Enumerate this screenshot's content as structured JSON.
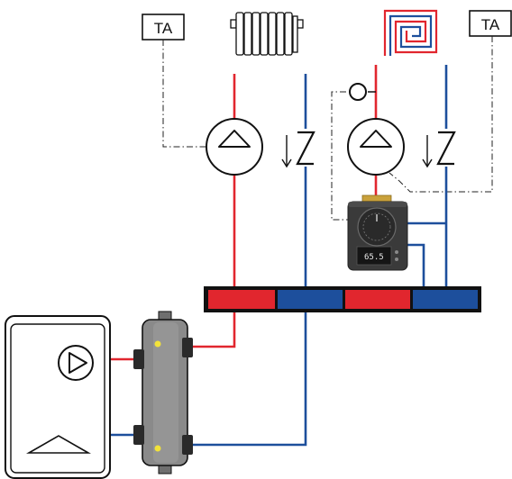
{
  "diagram": {
    "thermostat_left": {
      "label": "TA"
    },
    "thermostat_right": {
      "label": "TA"
    },
    "controller": {
      "display_value": "65.5"
    },
    "colors": {
      "supply": "#e1262e",
      "return": "#1d4f9c",
      "control_line": "#222222",
      "separator_body": "#8a8a8a",
      "port_marker": "#f2e23a",
      "controller_body": "#3a3a3a"
    }
  }
}
